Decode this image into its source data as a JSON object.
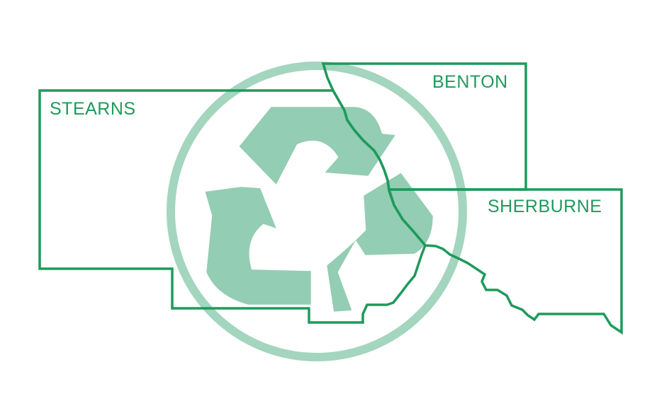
{
  "colors": {
    "boundary": "#1e9a5c",
    "label": "#1e9a5c",
    "recycle_fill": "#93cdb3",
    "recycle_ring": "#a3d5bf",
    "background": "#ffffff"
  },
  "counties": [
    {
      "id": "stearns",
      "label": "STEARNS"
    },
    {
      "id": "benton",
      "label": "BENTON"
    },
    {
      "id": "sherburne",
      "label": "SHERBURNE"
    }
  ],
  "emblem": {
    "icon": "recycle-icon"
  }
}
